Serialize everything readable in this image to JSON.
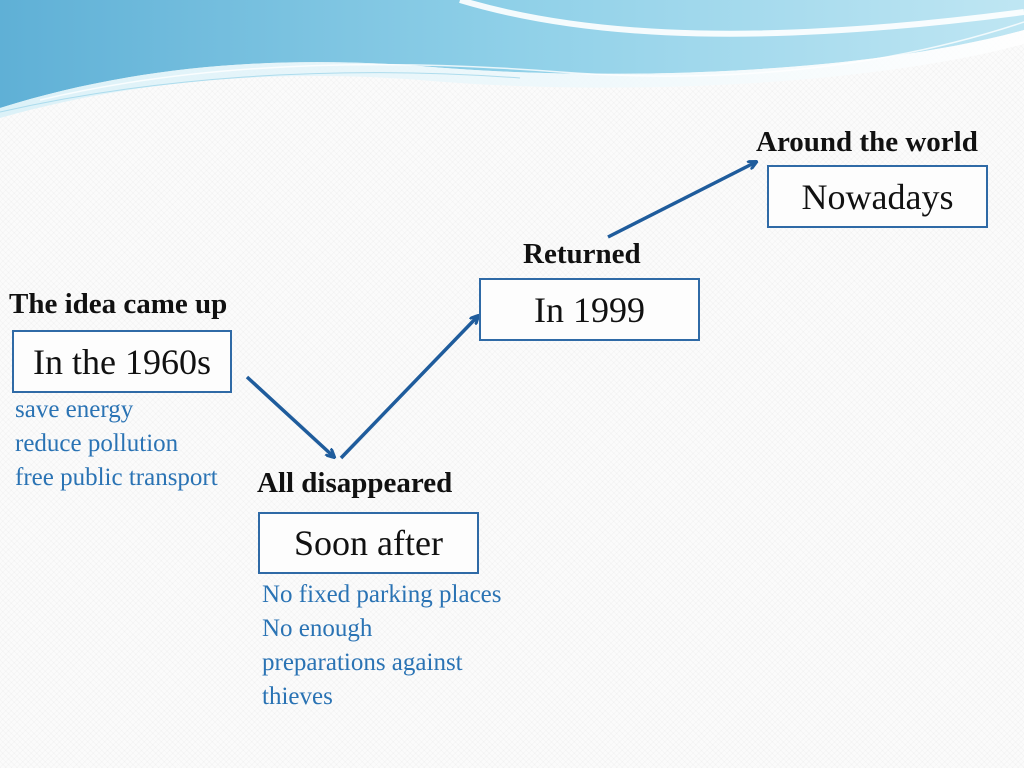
{
  "stages": {
    "idea": {
      "heading": "The idea came up",
      "period": "In the 1960s",
      "notes": [
        "save energy",
        "reduce pollution",
        "free public transport"
      ]
    },
    "disappeared": {
      "heading": "All disappeared",
      "period": "Soon after",
      "notes": [
        "No fixed parking places",
        "No enough",
        "preparations against",
        "thieves"
      ]
    },
    "returned": {
      "heading": "Returned",
      "period": "In 1999"
    },
    "world": {
      "heading": "Around the world",
      "period": "Nowadays"
    }
  },
  "colors": {
    "box_border": "#2f6aa6",
    "arrow": "#1f5c9c",
    "note_text": "#2a73b4",
    "heading_text": "#111111"
  }
}
